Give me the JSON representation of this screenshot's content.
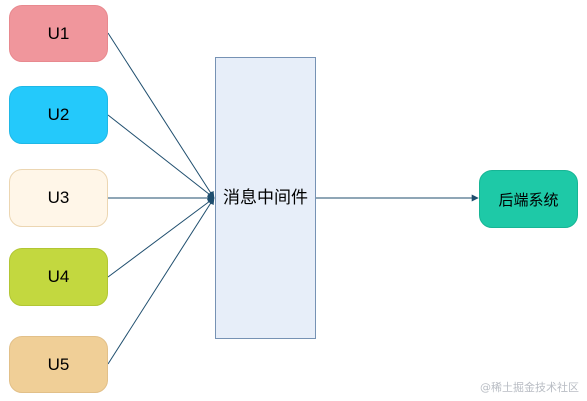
{
  "diagram": {
    "producers": [
      {
        "label": "U1",
        "color": "#f0969c"
      },
      {
        "label": "U2",
        "color": "#24c9fb"
      },
      {
        "label": "U3",
        "color": "#fff6e8"
      },
      {
        "label": "U4",
        "color": "#c3d83f"
      },
      {
        "label": "U5",
        "color": "#f0cf97"
      }
    ],
    "middleware": {
      "label": "消息中间件",
      "color": "#e7eef9"
    },
    "backend": {
      "label": "后端系统",
      "color": "#1ec9a7"
    },
    "edges": [
      {
        "from": "U1",
        "to": "消息中间件"
      },
      {
        "from": "U2",
        "to": "消息中间件"
      },
      {
        "from": "U3",
        "to": "消息中间件"
      },
      {
        "from": "U4",
        "to": "消息中间件"
      },
      {
        "from": "U5",
        "to": "消息中间件"
      },
      {
        "from": "消息中间件",
        "to": "后端系统"
      }
    ],
    "line_color": "#1f4e6e"
  },
  "watermark": "@稀土掘金技术社区"
}
